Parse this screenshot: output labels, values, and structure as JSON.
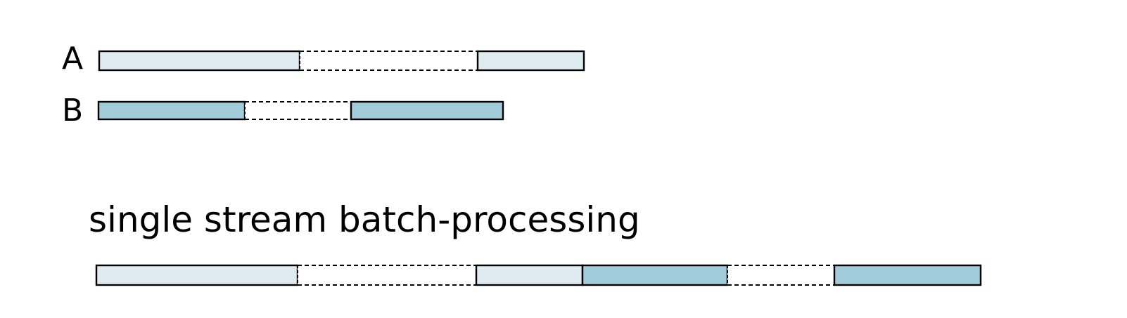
{
  "labels": {
    "row_a": "A",
    "row_b": "B",
    "combined_caption": "single stream batch-processing"
  },
  "colors": {
    "stream_a_fill": "#deebf1",
    "stream_b_fill": "#a2cbda",
    "outline": "#000000",
    "idle_fill": "#ffffff"
  },
  "rows": [
    {
      "id": "A",
      "segments": [
        {
          "kind": "active",
          "stream": "A"
        },
        {
          "kind": "idle"
        },
        {
          "kind": "active",
          "stream": "A"
        }
      ]
    },
    {
      "id": "B",
      "segments": [
        {
          "kind": "active",
          "stream": "B"
        },
        {
          "kind": "idle"
        },
        {
          "kind": "active",
          "stream": "B"
        }
      ]
    },
    {
      "id": "combined",
      "segments": [
        {
          "kind": "active",
          "stream": "A"
        },
        {
          "kind": "idle"
        },
        {
          "kind": "active",
          "stream": "A"
        },
        {
          "kind": "active",
          "stream": "B"
        },
        {
          "kind": "idle"
        },
        {
          "kind": "active",
          "stream": "B"
        }
      ]
    }
  ]
}
